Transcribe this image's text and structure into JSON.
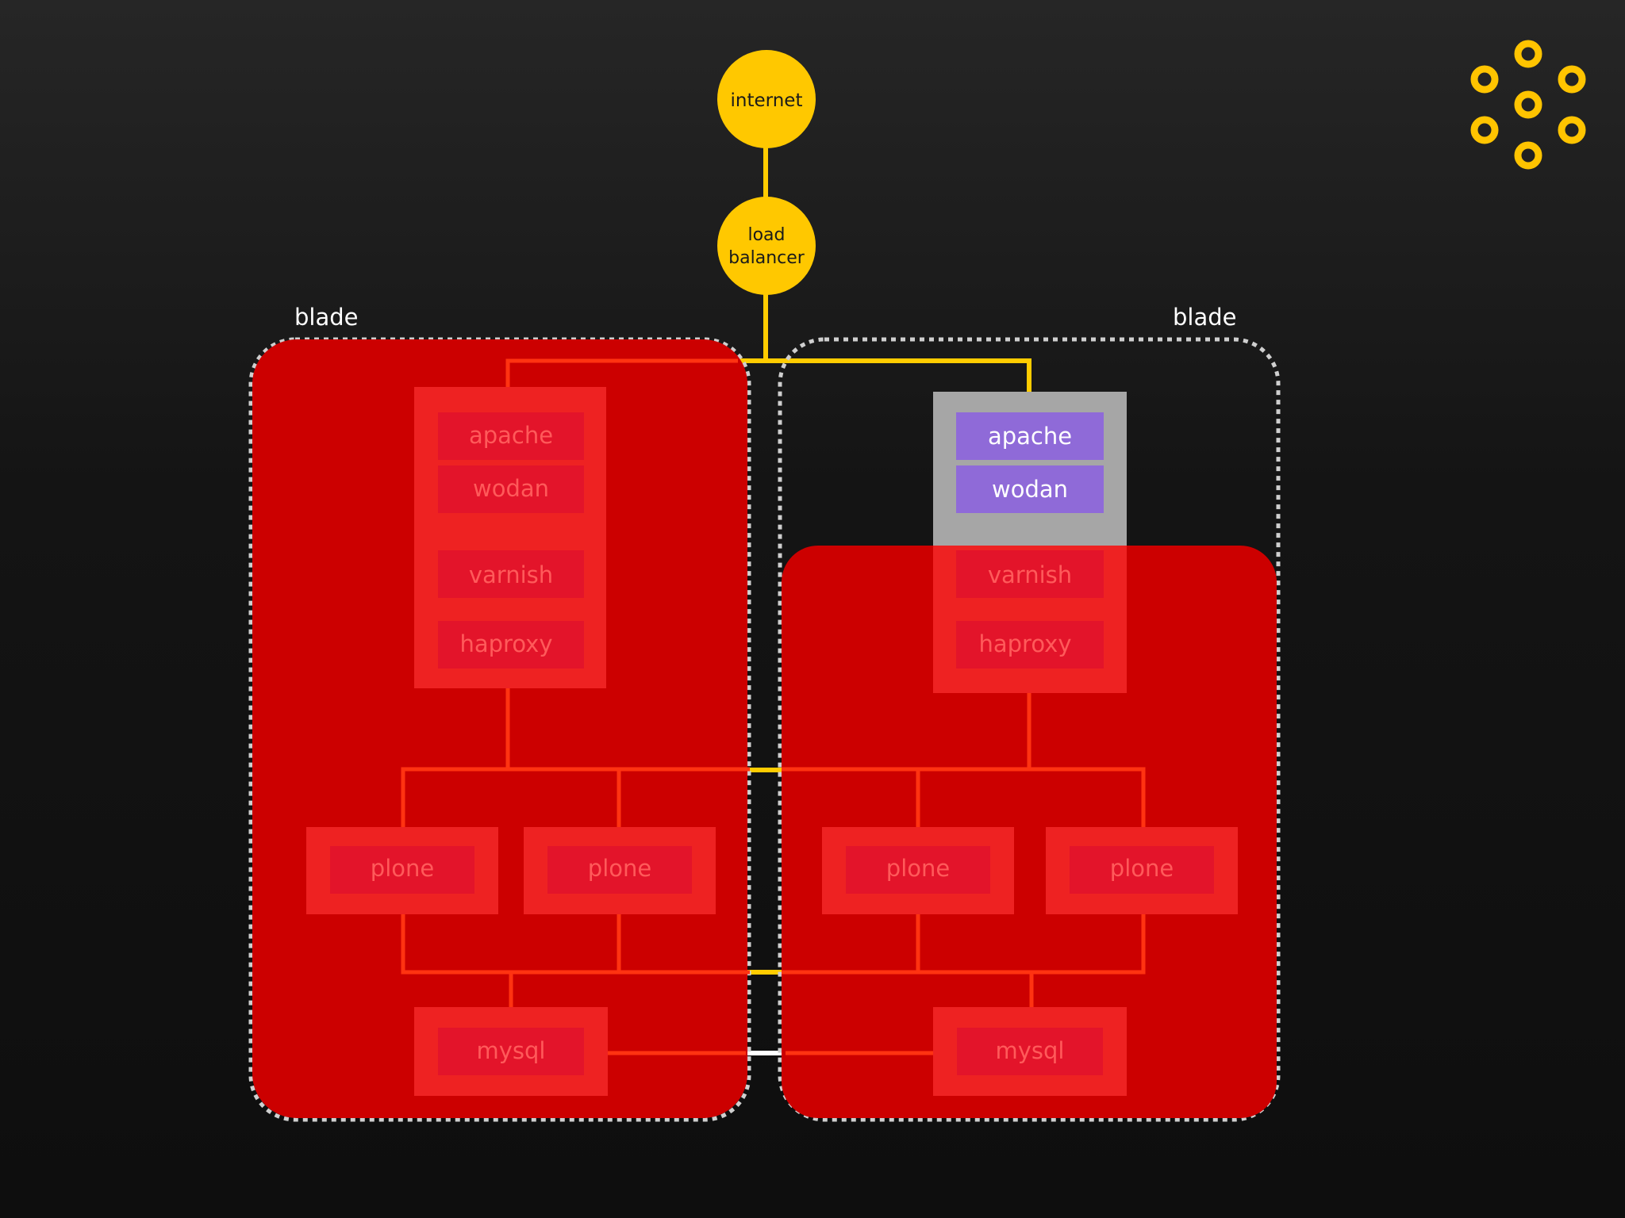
{
  "nodes": {
    "internet": "internet",
    "load_balancer_line1": "load",
    "load_balancer_line2": "balancer"
  },
  "blades": {
    "left_label": "blade",
    "right_label": "blade"
  },
  "left_stack": {
    "apache": "apache",
    "wodan": "wodan",
    "varnish": "varnish",
    "haproxy": "haproxy"
  },
  "right_stack": {
    "apache": "apache",
    "wodan": "wodan",
    "varnish": "varnish",
    "haproxy": "haproxy"
  },
  "plone": {
    "p1": "plone",
    "p2": "plone",
    "p3": "plone",
    "p4": "plone"
  },
  "mysql": {
    "left": "mysql",
    "right": "mysql"
  },
  "colors": {
    "accent_yellow": "#ffcc00",
    "failure_red": "#cc0000",
    "active_purple": "#8f6ad8",
    "stack_gray": "#a6a6a6",
    "link_red": "#ff3311"
  },
  "logo_icon": "dot-ring-logo-icon"
}
